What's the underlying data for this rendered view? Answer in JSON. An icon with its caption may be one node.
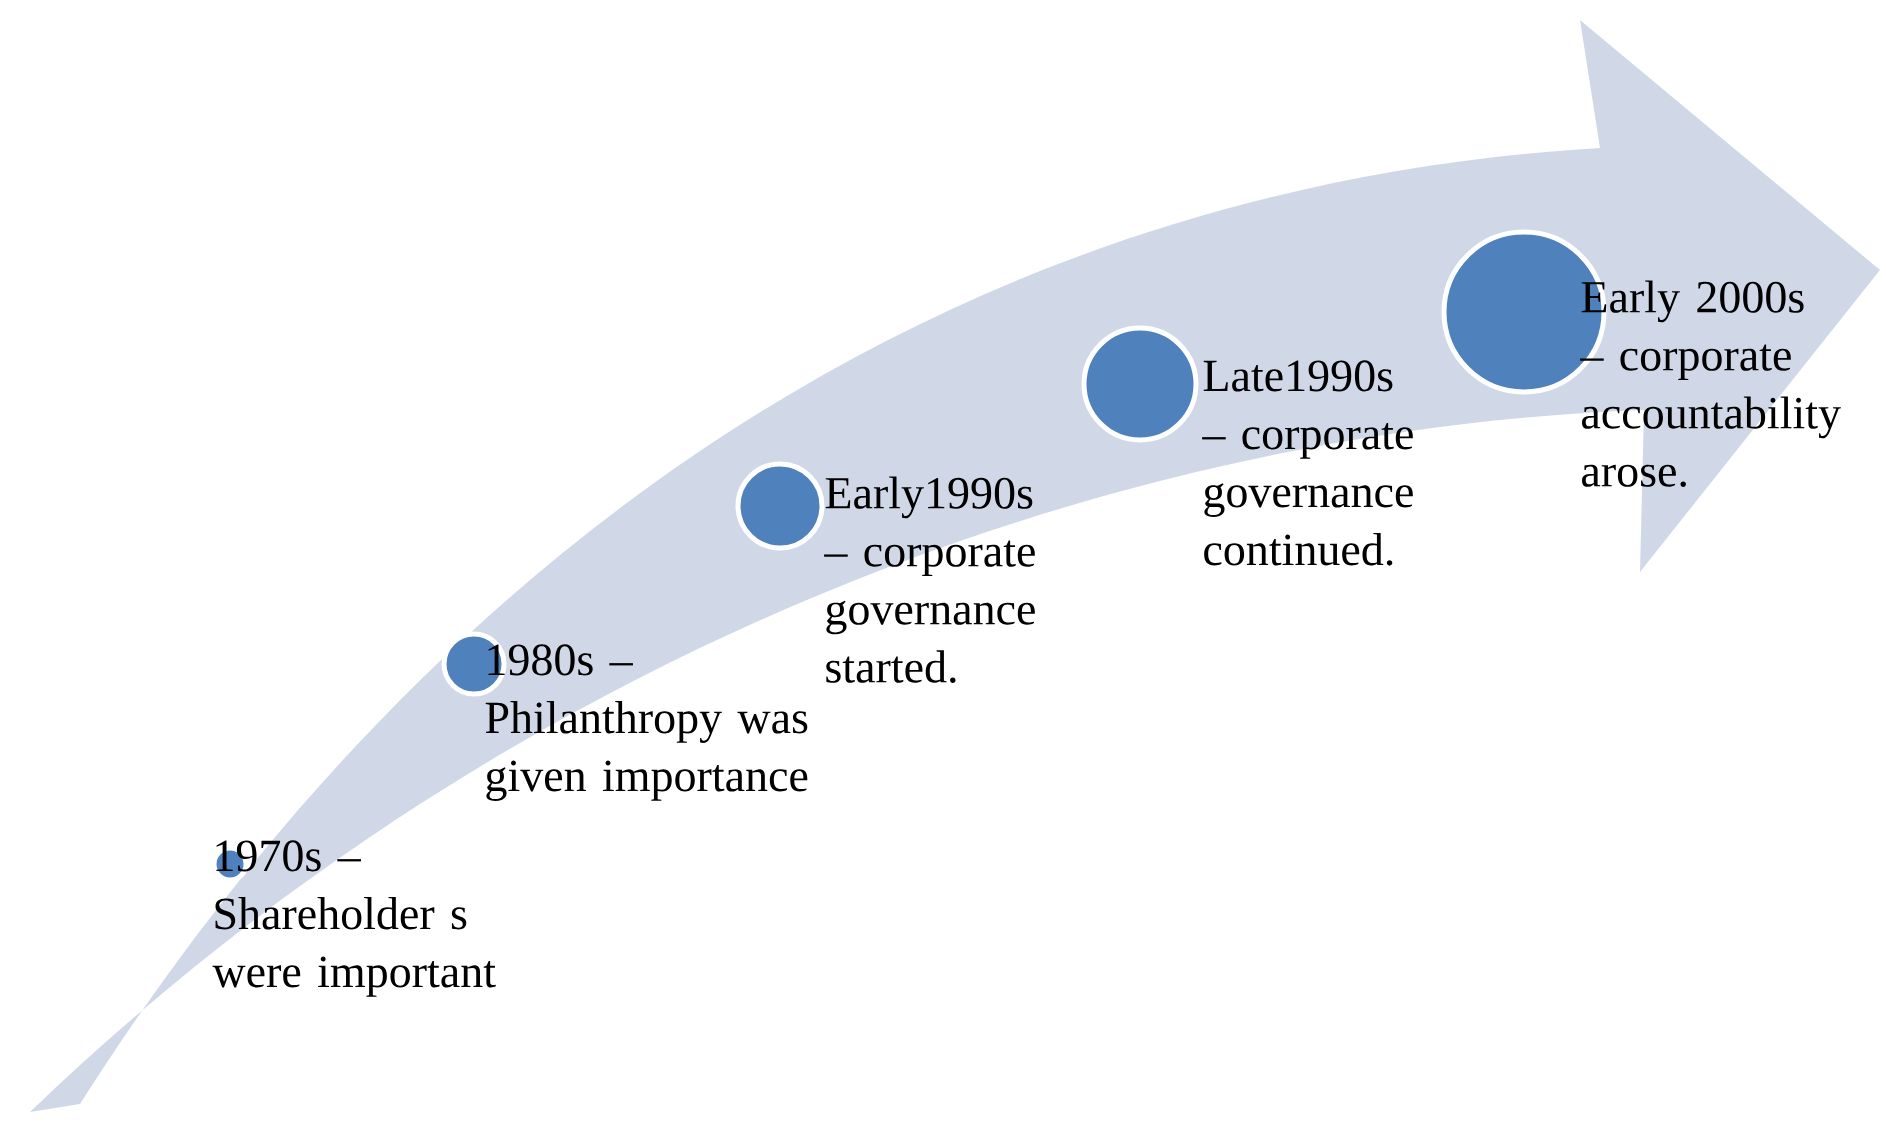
{
  "diagram": {
    "nodes": [
      {
        "text": [],
        "shape": "circle",
        "beside": [
          "1970s – Shareholder s were important"
        ]
      },
      {
        "text": [],
        "shape": "circle",
        "beside": [
          "1980s – Philanthropy was given importance"
        ]
      },
      {
        "text": [],
        "shape": "circle",
        "beside": [
          "Early1990s – corporate governance started."
        ]
      },
      {
        "text": [],
        "shape": "circle",
        "beside": [
          "Late1990s – corporate governance continued."
        ]
      },
      {
        "text": [],
        "shape": "circle",
        "beside": [
          "Early 2000s – corporate accountability arose."
        ]
      }
    ]
  }
}
